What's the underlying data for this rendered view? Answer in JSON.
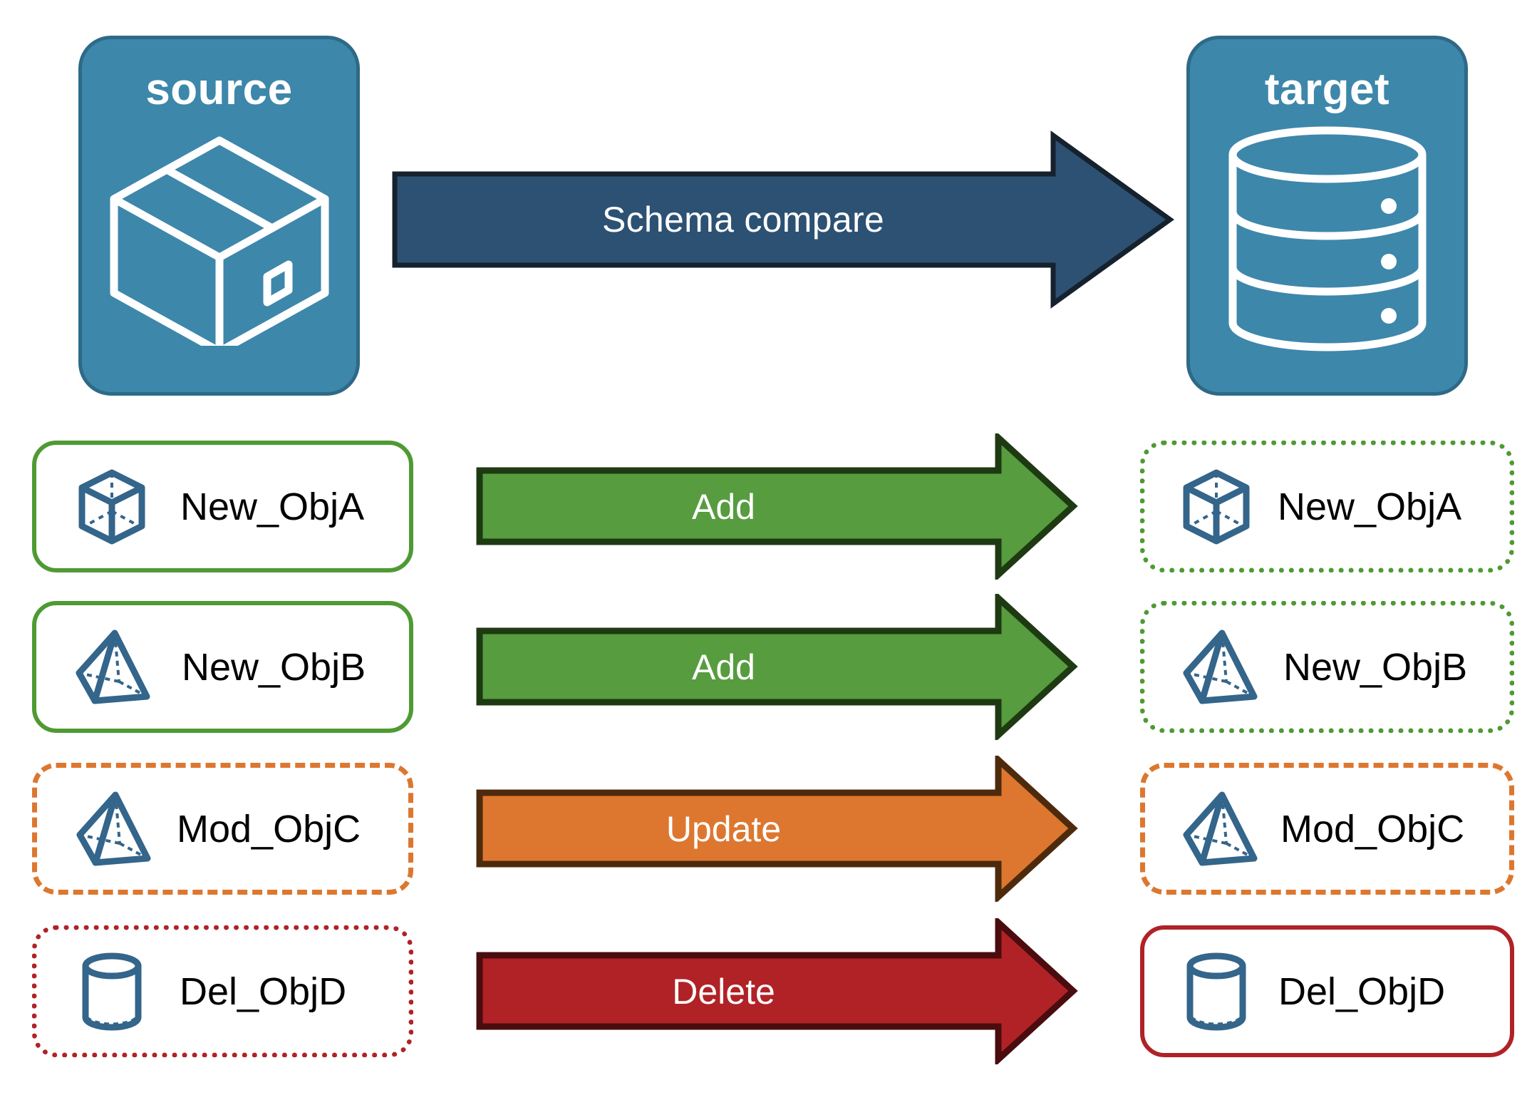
{
  "diagram": {
    "title": "Schema compare",
    "endpoints": {
      "source": {
        "label": "source",
        "icon": "package-box-icon"
      },
      "target": {
        "label": "target",
        "icon": "database-cylinder-icon"
      }
    },
    "main_arrow": {
      "label": "Schema compare",
      "color": "#2C5173",
      "direction": "right"
    },
    "colors": {
      "endpoint_fill": "#3D87AB",
      "endpoint_border": "#2E6A87",
      "arrow_navy": "#2C5173",
      "add_green": "#579C3F",
      "add_green_border": "#1E3A12",
      "update_orange": "#DD772F",
      "update_orange_border": "#4E2A0C",
      "delete_red": "#B02226",
      "delete_red_border": "#4A0C0E",
      "object_icon_blue": "#34658B",
      "text_dark": "#000000",
      "text_light": "#FFFFFF"
    },
    "rows": [
      {
        "action": {
          "label": "Add",
          "kind": "add"
        },
        "source": {
          "name": "New_ObjA",
          "icon": "cube-wireframe-icon",
          "border_style": "solid",
          "border_color": "#4E9A33"
        },
        "target": {
          "name": "New_ObjA",
          "icon": "cube-wireframe-icon",
          "border_style": "dotted",
          "border_color": "#4E9A33"
        }
      },
      {
        "action": {
          "label": "Add",
          "kind": "add"
        },
        "source": {
          "name": "New_ObjB",
          "icon": "pyramid-wireframe-icon",
          "border_style": "solid",
          "border_color": "#4E9A33"
        },
        "target": {
          "name": "New_ObjB",
          "icon": "pyramid-wireframe-icon",
          "border_style": "dotted",
          "border_color": "#4E9A33"
        }
      },
      {
        "action": {
          "label": "Update",
          "kind": "update"
        },
        "source": {
          "name": "Mod_ObjC",
          "icon": "pyramid-wireframe-icon",
          "border_style": "dashed",
          "border_color": "#DD772F"
        },
        "target": {
          "name": "Mod_ObjC",
          "icon": "pyramid-wireframe-icon",
          "border_style": "dashed",
          "border_color": "#DD772F"
        }
      },
      {
        "action": {
          "label": "Delete",
          "kind": "delete"
        },
        "source": {
          "name": "Del_ObjD",
          "icon": "cylinder-wireframe-icon",
          "border_style": "dotted",
          "border_color": "#B02226"
        },
        "target": {
          "name": "Del_ObjD",
          "icon": "cylinder-wireframe-icon",
          "border_style": "solid",
          "border_color": "#B02226"
        }
      }
    ]
  }
}
